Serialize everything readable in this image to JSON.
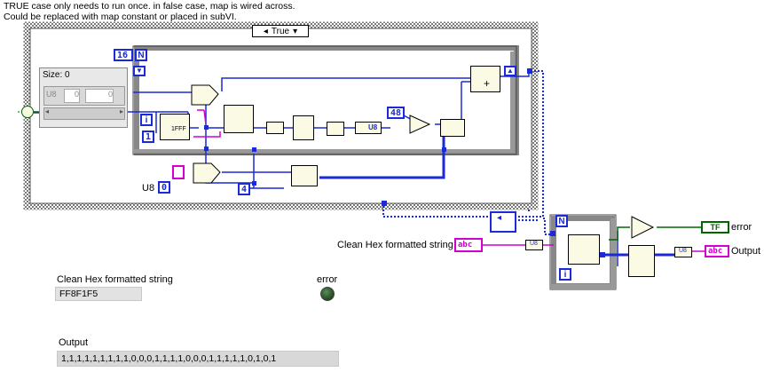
{
  "comment": {
    "line1": "TRUE case only needs to run once. in false case, map is wired across.",
    "line2": "Could be replaced with map constant or placed in subVI."
  },
  "case_structure": {
    "selector_label": "True",
    "left_arrow": "◂",
    "right_arrow": "▾"
  },
  "inner_loop": {
    "count_constant": "16",
    "count_terminal": "N",
    "iteration_terminal": "i",
    "iteration_constant": "1"
  },
  "array_control": {
    "size_label": "Size: 0",
    "type_label": "U8",
    "index_value": "0",
    "element_value": "0"
  },
  "constants": {
    "forty_eight": "48",
    "four": "4",
    "zero": "0",
    "u8_label": "U8",
    "fff_label": "1FFF",
    "u8_node": "U8"
  },
  "outer_loop": {
    "count_terminal": "N",
    "iteration_terminal": "i"
  },
  "diagram_labels": {
    "clean_hex_terminal_label": "Clean Hex formatted string",
    "abc": "abc",
    "tf": "TF",
    "error_label": "error",
    "output_label": "Output",
    "u8_icon": "U8",
    "u8_icon2": "U8"
  },
  "front_panel": {
    "hex_label": "Clean Hex formatted string",
    "hex_value": "FF8F1F5",
    "error_label": "error",
    "output_label": "Output",
    "output_value": "1,1,1,1,1,1,1,1,1,0,0,0,1,1,1,1,0,0,0,1,1,1,1,1,0,1,0,1"
  },
  "colors": {
    "structure_gray": "#9a9a9a",
    "wire_blue": "#1a2ad6",
    "wire_pink": "#d100d1",
    "wire_green": "#006600",
    "node_fill": "#fbfbe5",
    "led_off": "#1f4a1f"
  }
}
